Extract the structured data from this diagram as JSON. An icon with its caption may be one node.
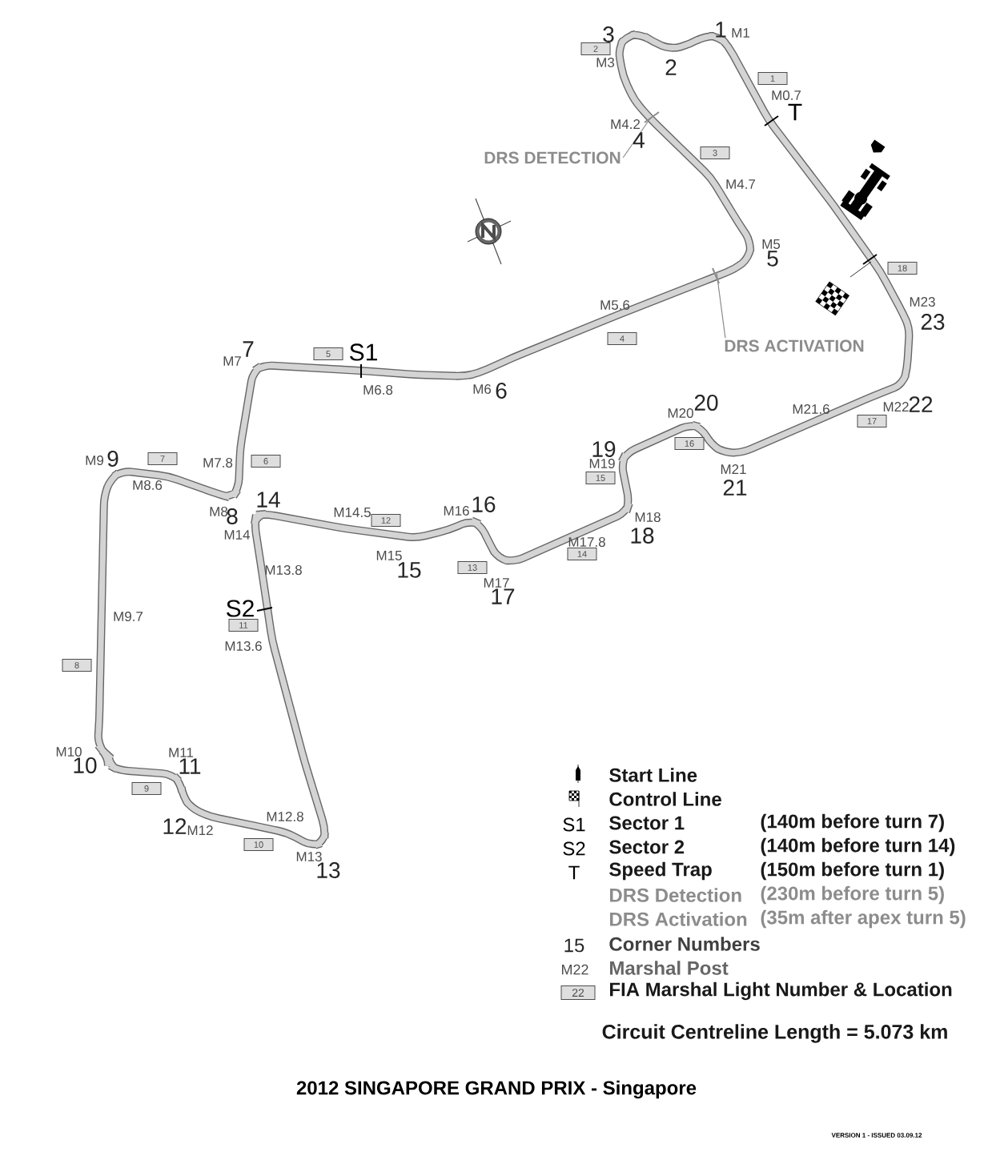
{
  "diagram": {
    "title": "2012 SINGAPORE GRAND PRIX - Singapore",
    "nodes": [
      {
        "text": [
          "DRS DETECTION"
        ]
      },
      {
        "text": [
          "DRS ACTIVATION"
        ]
      },
      {
        "text": [
          "1"
        ]
      },
      {
        "text": [
          "2"
        ]
      },
      {
        "text": [
          "3"
        ]
      },
      {
        "text": [
          "4"
        ]
      },
      {
        "text": [
          "5"
        ]
      },
      {
        "text": [
          "6"
        ]
      },
      {
        "text": [
          "7"
        ]
      },
      {
        "text": [
          "8"
        ]
      },
      {
        "text": [
          "9"
        ]
      },
      {
        "text": [
          "10"
        ]
      },
      {
        "text": [
          "11"
        ]
      },
      {
        "text": [
          "12"
        ]
      },
      {
        "text": [
          "13"
        ]
      },
      {
        "text": [
          "14"
        ]
      },
      {
        "text": [
          "15"
        ]
      },
      {
        "text": [
          "16"
        ]
      },
      {
        "text": [
          "17"
        ]
      },
      {
        "text": [
          "18"
        ]
      },
      {
        "text": [
          "22"
        ]
      }
    ],
    "edges": [
      {
        "from": 0,
        "to": null,
        "arrow": "none",
        "color": "#8c8c8c"
      },
      {
        "from": 1,
        "to": null,
        "arrow": "none",
        "color": "#8c8c8c"
      }
    ],
    "labels": [
      "1",
      "2",
      "3",
      "4",
      "5",
      "6",
      "7",
      "8",
      "9",
      "10",
      "11",
      "12",
      "13",
      "14",
      "15",
      "16",
      "17",
      "18",
      "19",
      "20",
      "21",
      "22",
      "23",
      "M1",
      "M0.7",
      "M3",
      "M4.2",
      "M4.7",
      "M5",
      "M5.6",
      "M6.8",
      "M6",
      "M7",
      "M7.8",
      "M8",
      "M8.6",
      "M9",
      "M9.7",
      "M10",
      "M11",
      "M12",
      "M12.8",
      "M13",
      "M13.6",
      "M13.8",
      "M14",
      "M14.5",
      "M15",
      "M16",
      "M17",
      "M17.8",
      "M18",
      "M19",
      "M20",
      "M21",
      "M21.6",
      "M22",
      "M23",
      "S1",
      "S2",
      "T",
      "S1",
      "S2",
      "T",
      "15",
      "M22",
      "(140m before turn 7)",
      "(140m before turn 14)",
      "(150m before turn 1)",
      "(230m before turn 5)",
      "(35m after apex turn 5)",
      "Circuit Centreline Length = 5.073 km",
      "VERSION 1 - ISSUED 03.09.12"
    ],
    "legend": [
      {
        "text": "Start Line"
      },
      {
        "text": "Control Line"
      },
      {
        "text": "Sector 1"
      },
      {
        "text": "Sector 2"
      },
      {
        "text": "Speed Trap"
      },
      {
        "text": "DRS Detection"
      },
      {
        "text": "DRS Activation"
      },
      {
        "text": "Corner Numbers"
      },
      {
        "text": "Marshal Post"
      },
      {
        "text": "FIA Marshal Light Number & Location"
      }
    ]
  }
}
